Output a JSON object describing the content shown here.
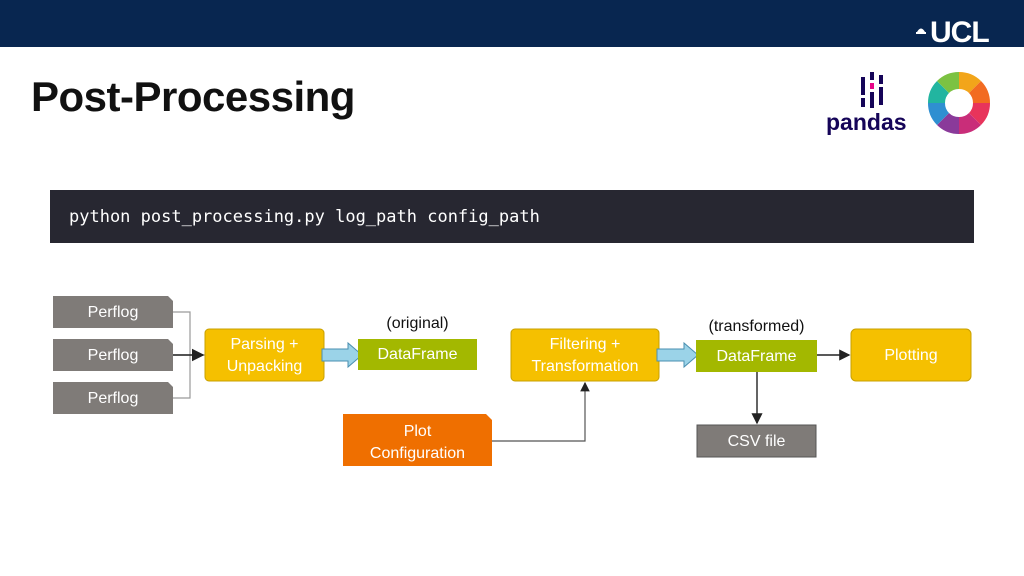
{
  "header": {
    "logo_text": "UCL"
  },
  "title": "Post-Processing",
  "logos": {
    "pandas": "pandas",
    "second_logo_icon": "polars-icon"
  },
  "command": "python post_processing.py log_path config_path",
  "diagram": {
    "inputs": [
      "Perflog",
      "Perflog",
      "Perflog"
    ],
    "parsing": [
      "Parsing +",
      "Unpacking"
    ],
    "df_original_caption": "(original)",
    "df_original": "DataFrame",
    "filtering": [
      "Filtering +",
      "Transformation"
    ],
    "df_transformed_caption": "(transformed)",
    "df_transformed": "DataFrame",
    "plotting": "Plotting",
    "plot_config": [
      "Plot",
      "Configuration"
    ],
    "csv": "CSV file"
  },
  "colors": {
    "topbar": "#082650",
    "gray_box": "#7f7b78",
    "yellow_box": "#f5c000",
    "green_box": "#a3b800",
    "orange_box": "#ef6f00",
    "blue_arrow": "#9bd3e8"
  }
}
